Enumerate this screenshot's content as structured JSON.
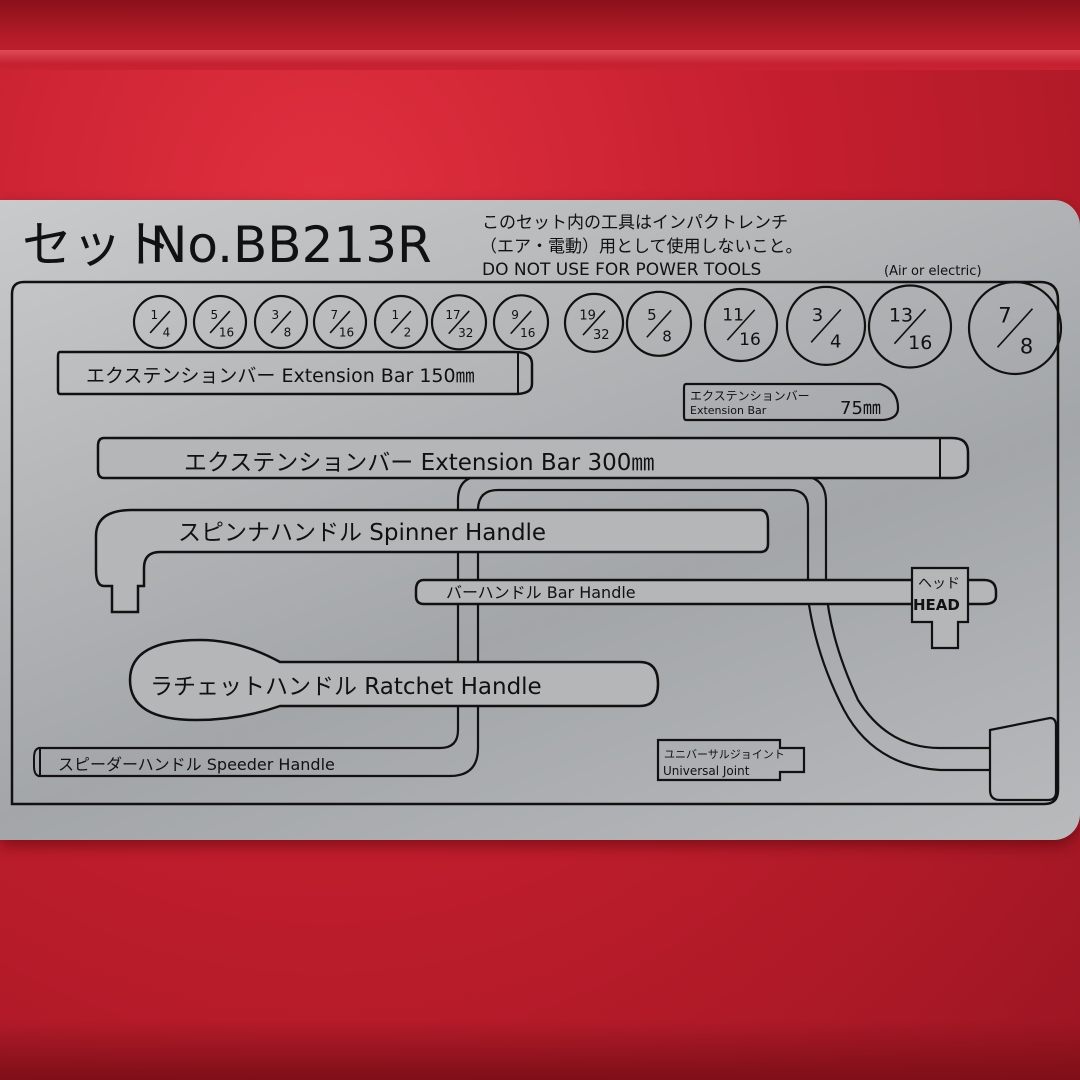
{
  "set": {
    "prefix": "セット",
    "number": "No.BB213R"
  },
  "warning": {
    "line1": "このセット内の工具はインパクトレンチ",
    "line2": "（エア・電動）用として使用しないこと。",
    "line3": "DO NOT USE FOR POWER TOOLS",
    "line3_small": "(Air or electric)"
  },
  "sockets": [
    {
      "num": "1",
      "den": "4"
    },
    {
      "num": "5",
      "den": "16"
    },
    {
      "num": "3",
      "den": "8"
    },
    {
      "num": "7",
      "den": "16"
    },
    {
      "num": "1",
      "den": "2"
    },
    {
      "num": "17",
      "den": "32"
    },
    {
      "num": "9",
      "den": "16"
    },
    {
      "num": "19",
      "den": "32"
    },
    {
      "num": "5",
      "den": "8"
    },
    {
      "num": "11",
      "den": "16"
    },
    {
      "num": "3",
      "den": "4"
    },
    {
      "num": "13",
      "den": "16"
    },
    {
      "num": "7",
      "den": "8"
    }
  ],
  "tools": {
    "ext150": {
      "label": "エクステンションバー  Extension Bar  150㎜"
    },
    "ext75": {
      "jp": "エクステンションバー",
      "en": "Extension Bar",
      "size": "75㎜"
    },
    "ext300": {
      "label": "エクステンションバー  Extension Bar  300㎜"
    },
    "spinner": {
      "label": "スピンナハンドル  Spinner Handle"
    },
    "bar": {
      "label": "バーハンドル  Bar Handle"
    },
    "head": {
      "jp": "ヘッド",
      "en": "HEAD"
    },
    "ratchet": {
      "label": "ラチェットハンドル  Ratchet Handle"
    },
    "speeder": {
      "label": "スピーダーハンドル  Speeder Handle"
    },
    "ujoint": {
      "jp": "ユニバーサルジョイント",
      "en": "Universal Joint"
    }
  },
  "colors": {
    "case": "#c41e2e",
    "plate": "#b2b4b6",
    "ink": "#111111"
  }
}
